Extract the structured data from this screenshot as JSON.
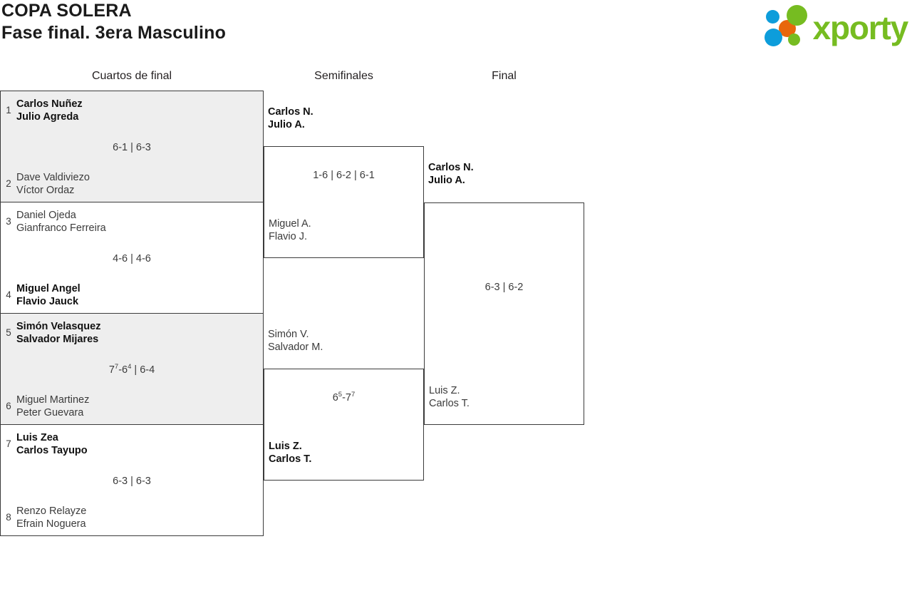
{
  "header": {
    "tournament": "COPA SOLERA",
    "phase": "Fase final. 3era Masculino",
    "logo": {
      "word": "xporty",
      "green": "#76bc21",
      "blue": "#0d9ddb",
      "orange": "#e8670c"
    }
  },
  "rounds": [
    {
      "label": "Cuartos de final"
    },
    {
      "label": "Semifinales"
    },
    {
      "label": "Final"
    }
  ],
  "quarterfinals": [
    {
      "top": {
        "seed": "1",
        "p1": "Carlos Nuñez",
        "p2": "Julio Agreda",
        "winner": true
      },
      "bottom": {
        "seed": "2",
        "p1": "Dave Valdiviezo",
        "p2": "Víctor Ordaz",
        "winner": false
      },
      "score": "6-1 | 6-3"
    },
    {
      "top": {
        "seed": "3",
        "p1": "Daniel Ojeda",
        "p2": "Gianfranco Ferreira",
        "winner": false
      },
      "bottom": {
        "seed": "4",
        "p1": "Miguel Angel",
        "p2": "Flavio Jauck",
        "winner": true
      },
      "score": "4-6 | 4-6"
    },
    {
      "top": {
        "seed": "5",
        "p1": "Simón Velasquez",
        "p2": "Salvador Mijares",
        "winner": true
      },
      "bottom": {
        "seed": "6",
        "p1": "Miguel Martinez",
        "p2": "Peter Guevara",
        "winner": false
      },
      "score": "7<sup>7</sup>-6<sup>4</sup> | 6-4"
    },
    {
      "top": {
        "seed": "7",
        "p1": "Luis Zea",
        "p2": "Carlos Tayupo",
        "winner": true
      },
      "bottom": {
        "seed": "8",
        "p1": "Renzo Relayze",
        "p2": "Efrain Noguera",
        "winner": false
      },
      "score": "6-3 | 6-3"
    }
  ],
  "semifinals": [
    {
      "top": {
        "p1": "Carlos N.",
        "p2": "Julio A.",
        "winner": true
      },
      "bottom": {
        "p1": "Miguel A.",
        "p2": "Flavio J.",
        "winner": false
      },
      "score": "1-6 | 6-2 | 6-1"
    },
    {
      "top": {
        "p1": "Simón V.",
        "p2": "Salvador M.",
        "winner": false
      },
      "bottom": {
        "p1": "Luis Z.",
        "p2": "Carlos T.",
        "winner": true
      },
      "score": "6<sup>5</sup>-7<sup>7</sup>"
    }
  ],
  "final": {
    "top": {
      "p1": "Carlos N.",
      "p2": "Julio A.",
      "winner": true
    },
    "bottom": {
      "p1": "Luis Z.",
      "p2": "Carlos T.",
      "winner": false
    },
    "score": "6-3 | 6-2"
  }
}
